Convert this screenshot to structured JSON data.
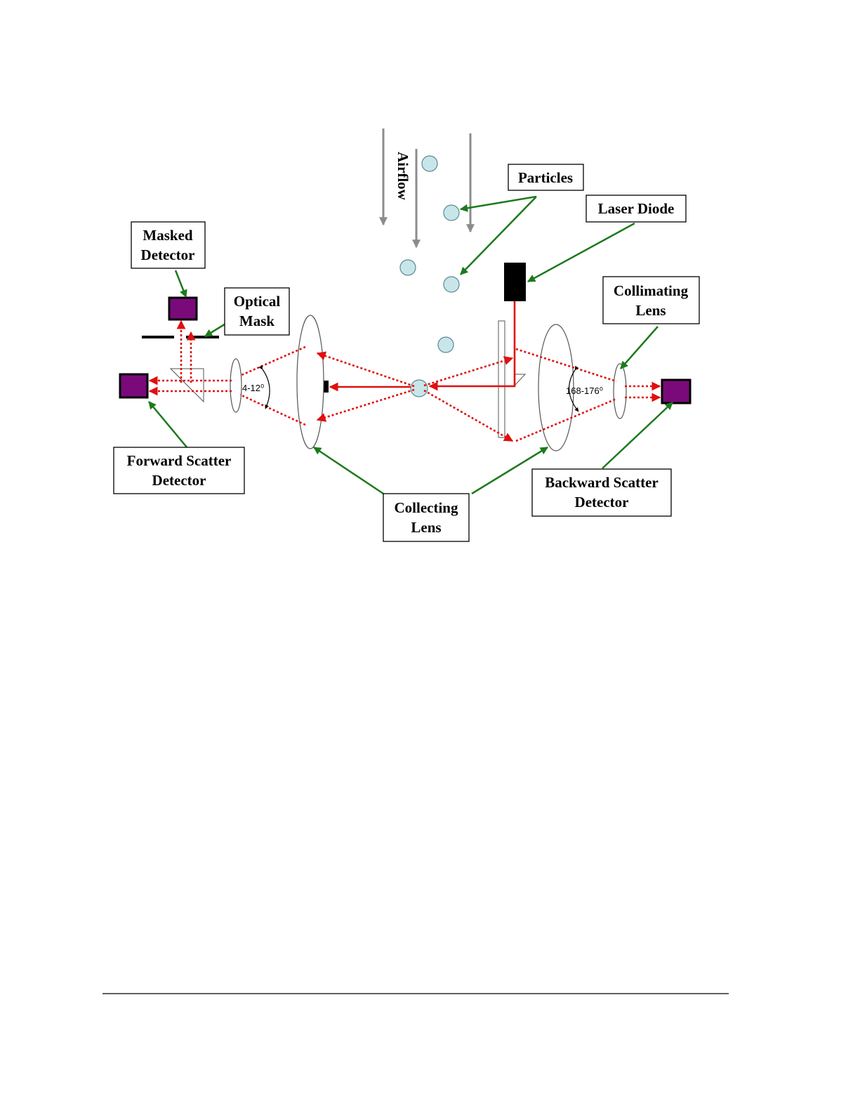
{
  "labels": {
    "airflow": "Airflow",
    "particles": "Particles",
    "laser_diode": "Laser Diode",
    "masked_detector": [
      "Masked",
      "Detector"
    ],
    "optical_mask": [
      "Optical",
      "Mask"
    ],
    "collimating_lens": [
      "Collimating",
      "Lens"
    ],
    "forward_scatter_detector": [
      "Forward Scatter",
      "Detector"
    ],
    "collecting_lens": [
      "Collecting",
      "Lens"
    ],
    "backward_scatter_detector": [
      "Backward Scatter",
      "Detector"
    ]
  },
  "angles": {
    "forward": "4-12⁰",
    "backward": "168-176⁰"
  },
  "colors": {
    "laser_beam": "#e01010",
    "leader_lines": "#1c7a1c",
    "detector": "#7a0a7a",
    "particle": "#c8e6ea",
    "airflow_arrows": "#8c8c8c"
  }
}
